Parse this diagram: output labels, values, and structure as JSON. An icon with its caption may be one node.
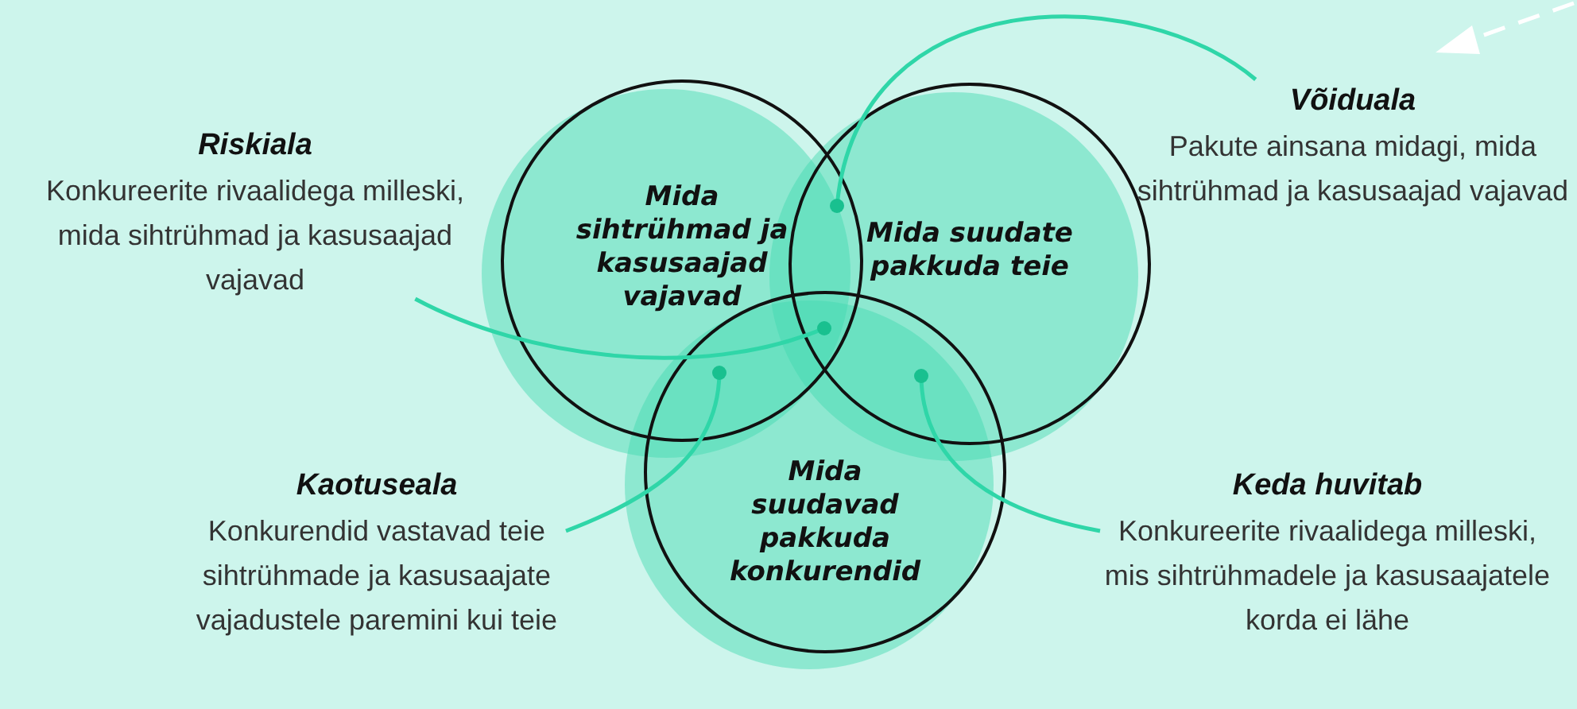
{
  "diagram": {
    "nodes": [
      {
        "text": [
          "Mida sihtrühmad ja kasusaajad vajavad"
        ]
      },
      {
        "text": [
          "Mida suudate pakkuda teie"
        ]
      },
      {
        "text": [
          "Mida suudavad pakkuda konkurendid"
        ]
      },
      {
        "text": [],
        "shape": "circle"
      },
      {
        "text": [],
        "shape": "circle"
      },
      {
        "text": [],
        "shape": "circle"
      },
      {
        "text": [],
        "shape": "circle"
      },
      {
        "text": [
          "Riskiala",
          "Konkureerite rivaalidega milleski, mida sihtrühmad ja kasusaajad vajavad"
        ]
      },
      {
        "text": [
          "Võiduala",
          "Pakute ainsana midagi, mida sihtrühmad ja kasusaajad vajavad"
        ]
      },
      {
        "text": [
          "Kaotuseala",
          "Konkurendid vastavad teie sihtrühmade ja kasusaajate vajadustele paremini kui teie"
        ]
      },
      {
        "text": [
          "Keda huvitab",
          "Konkureerite rivaalidega milleski, mis sihtrühmadele ja kasusaajatele korda ei lähe"
        ]
      }
    ],
    "edges": [
      {
        "from": 7,
        "to": 4,
        "arrow": "none"
      },
      {
        "from": 8,
        "to": 3,
        "arrow": "none"
      },
      {
        "from": 9,
        "to": 5,
        "arrow": "none"
      },
      {
        "from": 10,
        "to": 6,
        "arrow": "none"
      }
    ]
  }
}
